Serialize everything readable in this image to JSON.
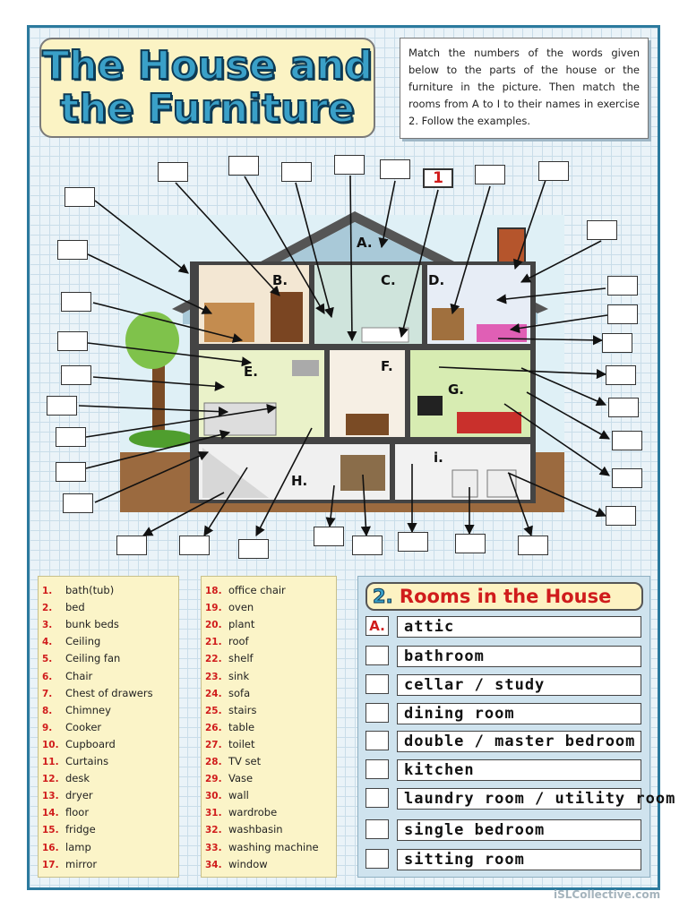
{
  "title": {
    "line1": "The House and",
    "line2": "the Furniture"
  },
  "instructions": "Match the numbers of the words given below to the parts of the house or the furniture in the picture. Then match the rooms from A to I to their names in exercise 2. Follow the examples.",
  "example_number": "1",
  "room_letters": [
    "A.",
    "B.",
    "C.",
    "D.",
    "E.",
    "F.",
    "G.",
    "H.",
    "i."
  ],
  "words": [
    {
      "n": "1.",
      "w": "bath(tub)"
    },
    {
      "n": "2.",
      "w": "bed"
    },
    {
      "n": "3.",
      "w": "bunk beds"
    },
    {
      "n": "4.",
      "w": "Ceiling"
    },
    {
      "n": "5.",
      "w": "Ceiling fan"
    },
    {
      "n": "6.",
      "w": "Chair"
    },
    {
      "n": "7.",
      "w": "Chest of drawers"
    },
    {
      "n": "8.",
      "w": "Chimney"
    },
    {
      "n": "9.",
      "w": "Cooker"
    },
    {
      "n": "10.",
      "w": "Cupboard"
    },
    {
      "n": "11.",
      "w": "Curtains"
    },
    {
      "n": "12.",
      "w": "desk"
    },
    {
      "n": "13.",
      "w": "dryer"
    },
    {
      "n": "14.",
      "w": "floor"
    },
    {
      "n": "15.",
      "w": "fridge"
    },
    {
      "n": "16.",
      "w": "lamp"
    },
    {
      "n": "17.",
      "w": "mirror"
    },
    {
      "n": "18.",
      "w": "office chair"
    },
    {
      "n": "19.",
      "w": "oven"
    },
    {
      "n": "20.",
      "w": "plant"
    },
    {
      "n": "21.",
      "w": "roof"
    },
    {
      "n": "22.",
      "w": "shelf"
    },
    {
      "n": "23.",
      "w": "sink"
    },
    {
      "n": "24.",
      "w": "sofa"
    },
    {
      "n": "25.",
      "w": "stairs"
    },
    {
      "n": "26.",
      "w": "table"
    },
    {
      "n": "27.",
      "w": "toilet"
    },
    {
      "n": "28.",
      "w": "TV set"
    },
    {
      "n": "29.",
      "w": "Vase"
    },
    {
      "n": "30.",
      "w": "wall"
    },
    {
      "n": "31.",
      "w": "wardrobe"
    },
    {
      "n": "32.",
      "w": "washbasin"
    },
    {
      "n": "33.",
      "w": "washing machine"
    },
    {
      "n": "34.",
      "w": "window"
    }
  ],
  "rooms_section": {
    "number": "2.",
    "title": "Rooms in the House",
    "example_letter": "A.",
    "rooms": [
      "attic",
      "bathroom",
      "cellar / study",
      "dining room",
      "double / master  bedroom",
      "kitchen",
      "laundry room / utility room",
      "single bedroom",
      "sitting room"
    ]
  },
  "footer": "iSLCollective.com"
}
